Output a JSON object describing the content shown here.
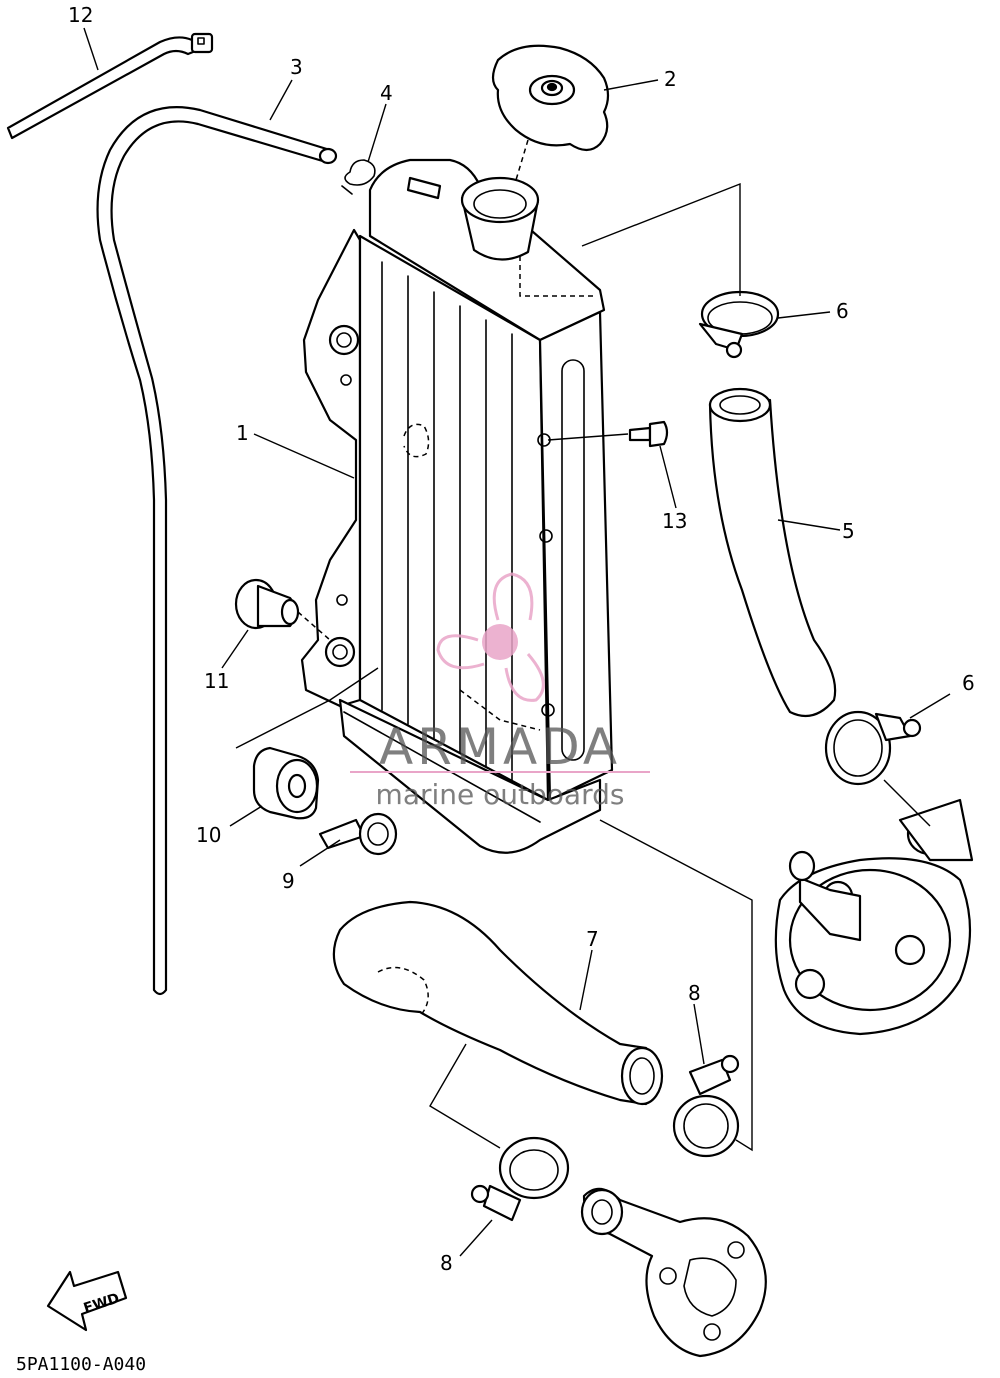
{
  "diagram": {
    "callouts": {
      "c1": "1",
      "c2": "2",
      "c3": "3",
      "c4": "4",
      "c5": "5",
      "c6a": "6",
      "c6b": "6",
      "c7": "7",
      "c8a": "8",
      "c8b": "8",
      "c9": "9",
      "c10": "10",
      "c11": "11",
      "c12": "12",
      "c13": "13"
    },
    "fwd_label": "FWD",
    "reference_code": "5PA1100-A040"
  },
  "watermark": {
    "brand": "ARMADA",
    "tagline": "marine outboards",
    "logo_color": "#e9a5c8",
    "text_color": "#555555"
  }
}
